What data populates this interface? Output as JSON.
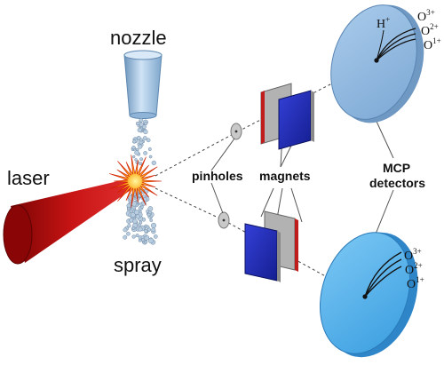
{
  "labels": {
    "nozzle": "nozzle",
    "laser": "laser",
    "spray": "spray",
    "pinholes": "pinholes",
    "magnets": "magnets",
    "detectors_line1": "MCP",
    "detectors_line2": "detectors"
  },
  "ions_top": {
    "h": {
      "base": "H",
      "charge": "+"
    },
    "list": [
      {
        "base": "O",
        "charge": "3+"
      },
      {
        "base": "O",
        "charge": "2+"
      },
      {
        "base": "O",
        "charge": "1+"
      }
    ]
  },
  "ions_bottom": {
    "list": [
      {
        "base": "O",
        "charge": "3+"
      },
      {
        "base": "O",
        "charge": "2+"
      },
      {
        "base": "O",
        "charge": "1+"
      }
    ]
  },
  "colors": {
    "laser": "#b10c0c",
    "nozzle": "#9fc4e6",
    "detector_top": "#8fb9e0",
    "detector_bottom": "#5ab4ee",
    "magnet_face": "#1f2bb0",
    "magnet_plate": "#9b9b9b",
    "magnet_edge": "#c01c1c"
  }
}
